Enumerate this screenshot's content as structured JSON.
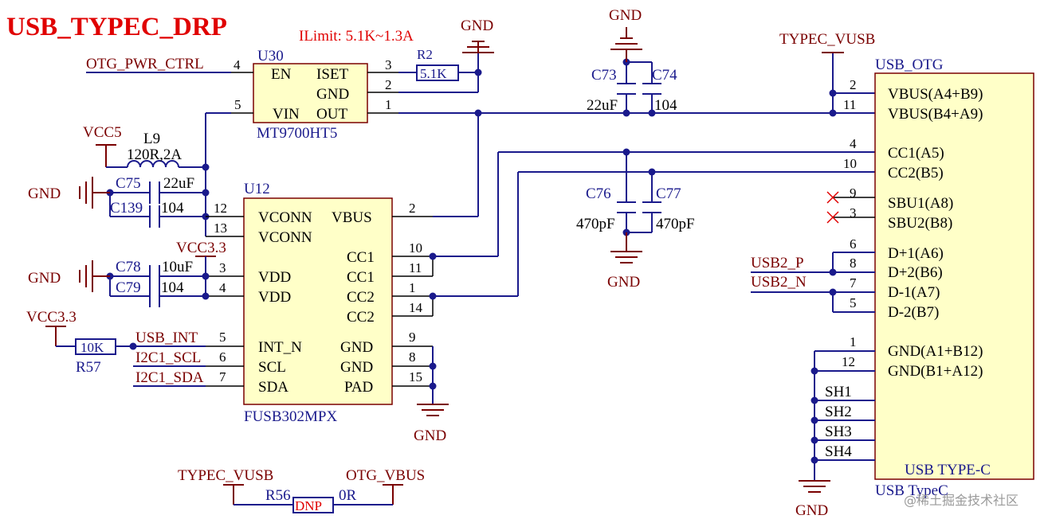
{
  "title": "USB_TYPEC_DRP",
  "ilimit_note": "ILimit: 5.1K~1.3A",
  "net_labels": {
    "otg_pwr_ctrl": "OTG_PWR_CTRL",
    "typec_vusb": "TYPEC_VUSB",
    "otg_vbus": "OTG_VBUS",
    "vcc5": "VCC5",
    "vcc33": "VCC3.3",
    "gnd": "GND",
    "usb_int": "USB_INT",
    "i2c1_scl": "I2C1_SCL",
    "i2c1_sda": "I2C1_SDA",
    "usb2_p": "USB2_P",
    "usb2_n": "USB2_N"
  },
  "u30": {
    "ref": "U30",
    "part": "MT9700HT5",
    "pins": {
      "en": "EN",
      "iset": "ISET",
      "gnd": "GND",
      "vin": "VIN",
      "out": "OUT",
      "n4": "4",
      "n3": "3",
      "n2": "2",
      "n5": "5",
      "n1": "1"
    }
  },
  "u12": {
    "ref": "U12",
    "part": "FUSB302MPX",
    "left_pins": [
      {
        "name": "VCONN",
        "num": "12"
      },
      {
        "name": "VCONN",
        "num": "13"
      },
      {
        "name": "VDD",
        "num": "3"
      },
      {
        "name": "VDD",
        "num": "4"
      },
      {
        "name": "INT_N",
        "num": "5"
      },
      {
        "name": "SCL",
        "num": "6"
      },
      {
        "name": "SDA",
        "num": "7"
      }
    ],
    "right_pins": [
      {
        "name": "VBUS",
        "num": "2"
      },
      {
        "name": "CC1",
        "num": "10"
      },
      {
        "name": "CC1",
        "num": "11"
      },
      {
        "name": "CC2",
        "num": "1"
      },
      {
        "name": "CC2",
        "num": "14"
      },
      {
        "name": "GND",
        "num": "9"
      },
      {
        "name": "GND",
        "num": "8"
      },
      {
        "name": "PAD",
        "num": "15"
      }
    ]
  },
  "usb_otg": {
    "ref": "USB_OTG",
    "type_label": "USB TYPE-C",
    "part": "USB TypeC",
    "pins": [
      {
        "name": "VBUS(A4+B9)",
        "num": "2"
      },
      {
        "name": "VBUS(B4+A9)",
        "num": "11"
      },
      {
        "name": "CC1(A5)",
        "num": "4"
      },
      {
        "name": "CC2(B5)",
        "num": "10"
      },
      {
        "name": "SBU1(A8)",
        "num": "9"
      },
      {
        "name": "SBU2(B8)",
        "num": "3"
      },
      {
        "name": "D+1(A6)",
        "num": "6"
      },
      {
        "name": "D+2(B6)",
        "num": "8"
      },
      {
        "name": "D-1(A7)",
        "num": "7"
      },
      {
        "name": "D-2(B7)",
        "num": "5"
      },
      {
        "name": "GND(A1+B12)",
        "num": "1"
      },
      {
        "name": "GND(B1+A12)",
        "num": "12"
      }
    ],
    "shield_pins": [
      "SH1",
      "SH2",
      "SH3",
      "SH4"
    ]
  },
  "components": {
    "r2": {
      "ref": "R2",
      "value": "5.1K"
    },
    "r57": {
      "ref": "R57",
      "value": "10K"
    },
    "r56": {
      "ref": "R56",
      "value": "0R",
      "note": "DNP"
    },
    "l9": {
      "ref": "L9",
      "value": "120R,2A"
    },
    "c73": {
      "ref": "C73",
      "value": "22uF"
    },
    "c74": {
      "ref": "C74",
      "value": "104"
    },
    "c75": {
      "ref": "C75",
      "value": "22uF"
    },
    "c139": {
      "ref": "C139",
      "value": "104"
    },
    "c78": {
      "ref": "C78",
      "value": "10uF"
    },
    "c79": {
      "ref": "C79",
      "value": "104"
    },
    "c76": {
      "ref": "C76",
      "value": "470pF"
    },
    "c77": {
      "ref": "C77",
      "value": "470pF"
    }
  },
  "watermark": "@稀土掘金技术社区",
  "colors": {
    "wire": "#1a1a8c",
    "net_label": "#7a0000",
    "title": "#e00000",
    "body_fill": "#ffffc8",
    "junction": "#1a1a8c"
  }
}
